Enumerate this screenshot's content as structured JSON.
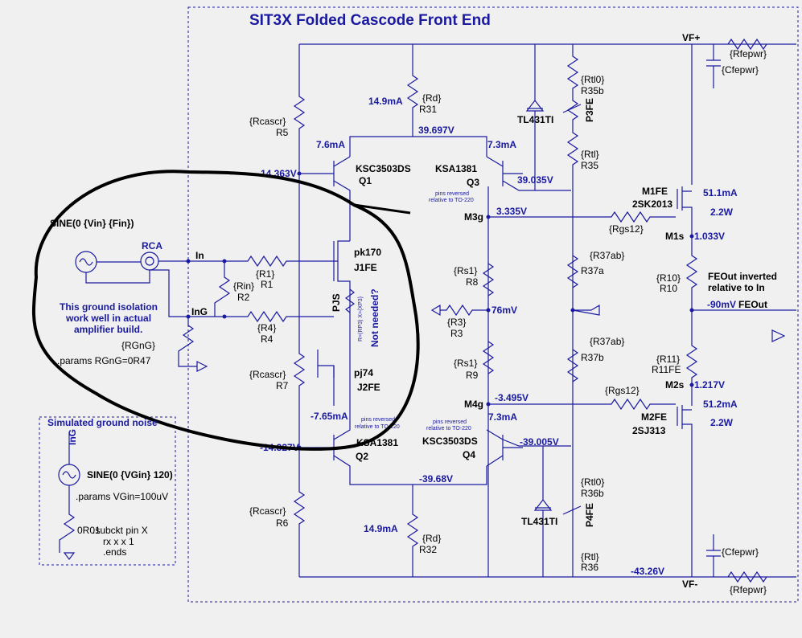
{
  "title": "SIT3X Folded Cascode Front End",
  "rails": {
    "vfp": "VF+",
    "vfm": "VF-",
    "pos_voltage": "39.697V",
    "neg_voltage": "-43.26V"
  },
  "currents": {
    "rd_top": "14.9mA",
    "rd_bot": "14.9mA",
    "q1": "7.6mA",
    "q3": "7.3mA",
    "q2": "-7.65mA",
    "q4": "7.3mA",
    "m1": "51.1mA",
    "m2": "51.2mA",
    "m1_pwr": "2.2W",
    "m2_pwr": "2.2W"
  },
  "voltages": {
    "q1_base": "14.363V",
    "q2_base": "-14.327V",
    "q3_emit": "39.035V",
    "m3g": "3.335V",
    "mid": "76mV",
    "m4g": "-3.495V",
    "q4_emit": "-39.005V",
    "bot": "-39.68V",
    "m1s": "1.033V",
    "m2s": "1.217V",
    "feout": "-90mV"
  },
  "nets": {
    "in": "In",
    "ing": "InG",
    "m3g": "M3g",
    "m4g": "M4g",
    "m1s": "M1s",
    "m2s": "M2s",
    "feout": "FEOut",
    "rca": "RCA"
  },
  "components": {
    "rcascr5": "{Rcascr}",
    "r5": "R5",
    "rcascr7": "{Rcascr}",
    "r7": "R7",
    "rcascr6": "{Rcascr}",
    "r6": "R6",
    "rd31": "{Rd}",
    "r31": "R31",
    "rd32": "{Rd}",
    "r32": "R32",
    "q1_model": "KSC3503DS",
    "q1": "Q1",
    "q3_model": "KSA1381",
    "q3": "Q3",
    "q2_model": "KSA1381",
    "q2": "Q2",
    "q4_model": "KSC3503DS",
    "q4": "Q4",
    "j1_model": "pk170",
    "j1": "J1FE",
    "j2_model": "pj74",
    "j2": "J2FE",
    "r1v": "{R1}",
    "r1": "R1",
    "rin": "{Rin}",
    "r2": "R2",
    "r4v": "{R4}",
    "r4": "R4",
    "rs1a": "{Rs1}",
    "r8": "R8",
    "rs1b": "{Rs1}",
    "r9": "R9",
    "r3v": "{R3}",
    "r3": "R3",
    "rtl0a": "{Rtl0}",
    "r35b": "R35b",
    "rtla": "{Rtl}",
    "r35": "R35",
    "tl1": "TL431TI",
    "p3fe": "P3FE",
    "tl2": "TL431TI",
    "p4fe": "P4FE",
    "rtl0b": "{Rtl0}",
    "r36b": "R36b",
    "rtlb": "{Rtl}",
    "r36": "R36",
    "r37aval": "{R37ab}",
    "r37a": "R37a",
    "r37bval": "{R37ab}",
    "r37b": "R37b",
    "rgs1": "{Rgs12}",
    "rgs2": "{Rgs12}",
    "m1_name": "M1FE",
    "m1_model": "2SK2013",
    "m2_name": "M2FE",
    "m2_model": "2SJ313",
    "r10v": "{R10}",
    "r10": "R10",
    "r11v": "{R11}",
    "r11": "R11FE",
    "rfepwr1": "{Rfepwr}",
    "rfepwr2": "{Rfepwr}",
    "cfepwr1": "{Cfepwr}",
    "cfepwr2": "{Cfepwr}",
    "rgng": "{RGnG}",
    "pjs": "PJS",
    "pjs_expr": "R=(RP3) X={XP3}",
    "src": "SINE(0 {Vin} {Fin})",
    "gsrc": "SINE(0 {VGin} 120)",
    "r01": "0R01",
    "ing2": "InG"
  },
  "notes": {
    "ground_iso": [
      "This ground isolation",
      "work well in actual",
      "amplifier build."
    ],
    "params_rg": ".params RGnG=0R47",
    "not_needed": "Not needed?",
    "feout_inv": [
      "FEOut inverted",
      "relative to In"
    ],
    "pins_rev": [
      "pins reversed",
      "relative to TO-220"
    ],
    "sim_title": "Simulated ground noise",
    "params_vg": ".params VGin=100uV",
    "subckt": [
      ".subckt pin X",
      "rx x x 1",
      ".ends"
    ]
  }
}
